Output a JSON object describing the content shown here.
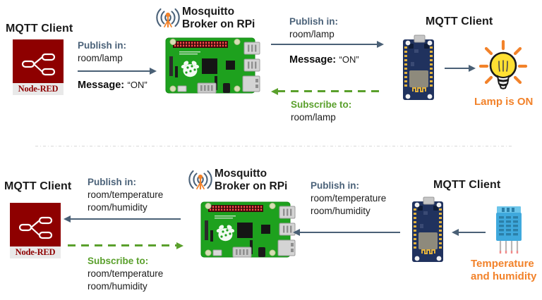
{
  "diagram": {
    "title": "MQTT publish/subscribe flow with Mosquitto broker on RPi",
    "colors": {
      "publish_blue": "#4b6279",
      "subscribe_green": "#5aa02c",
      "accent_orange": "#f2822a",
      "node_red": "#8e0000",
      "rpi_green": "#2aa02a",
      "board_blue": "#20325e",
      "sensor_blue": "#3fa9dd",
      "arrow_blue": "#4a6076"
    }
  },
  "top": {
    "left_client_label": "MQTT Client",
    "left_client_device": "Node-RED",
    "broker_label_line1": "Mosquitto",
    "broker_label_line2": "Broker on RPi",
    "broker_icon": "broadcast-antenna-icon",
    "broker_device": "raspberry-pi-board",
    "publish_left": {
      "head": "Publish in:",
      "topics": [
        "room/lamp"
      ]
    },
    "message": {
      "head": "Message:",
      "value": "“ON”"
    },
    "publish_right": {
      "head": "Publish in:",
      "topics": [
        "room/lamp"
      ]
    },
    "message_right": {
      "head": "Message:",
      "value": "“ON”"
    },
    "subscribe_right": {
      "head": "Subscribe to:",
      "topics": [
        "room/lamp"
      ]
    },
    "right_client_label": "MQTT Client",
    "right_client_device": "nodemcu-esp8266-board",
    "actuator": {
      "icon": "light-bulb-icon",
      "status": "Lamp is ON"
    }
  },
  "bottom": {
    "left_client_label": "MQTT Client",
    "left_client_device": "Node-RED",
    "broker_label_line1": "Mosquitto",
    "broker_label_line2": "Broker on RPi",
    "broker_icon": "broadcast-antenna-icon",
    "broker_device": "raspberry-pi-board",
    "publish_left": {
      "head": "Publish in:",
      "topics": [
        "room/temperature",
        "room/humidity"
      ]
    },
    "subscribe_left": {
      "head": "Subscribe to:",
      "topics": [
        "room/temperature",
        "room/humidity"
      ]
    },
    "publish_right": {
      "head": "Publish in:",
      "topics": [
        "room/temperature",
        "room/humidity"
      ]
    },
    "right_client_label": "MQTT Client",
    "right_client_device": "nodemcu-esp8266-board",
    "sensor": {
      "icon": "dht-sensor-icon",
      "label_line1": "Temperature",
      "label_line2": "and humidity"
    }
  }
}
